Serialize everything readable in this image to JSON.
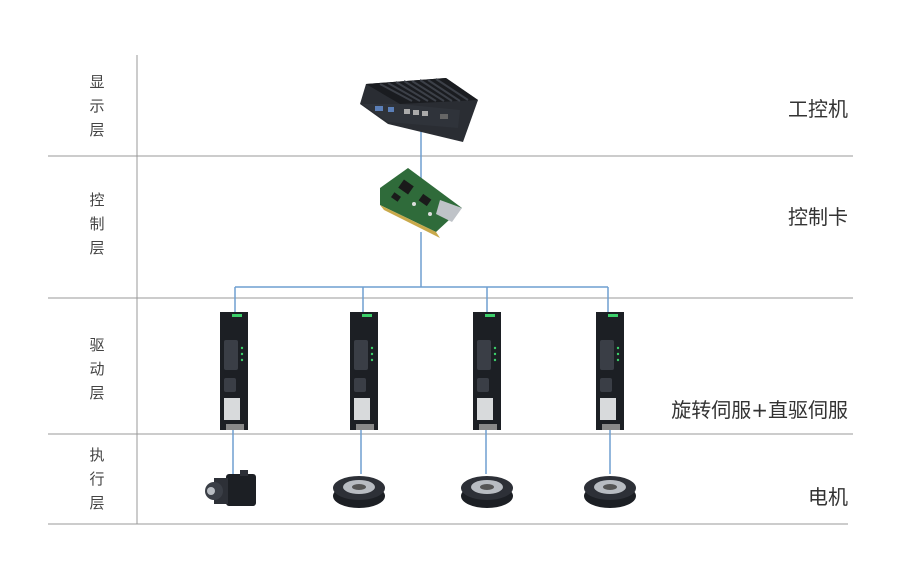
{
  "layers": [
    {
      "id": "display",
      "label": "显示层",
      "device": "工控机"
    },
    {
      "id": "control",
      "label": "控制层",
      "device": "控制卡"
    },
    {
      "id": "drive",
      "label": "驱动层",
      "device": "旋转伺服+直驱伺服"
    },
    {
      "id": "execute",
      "label": "执行层",
      "device": "电机"
    }
  ],
  "components": {
    "ipc": "industrial-pc",
    "card": "motion-control-card",
    "drives": [
      "servo-drive",
      "servo-drive",
      "servo-drive",
      "servo-drive"
    ],
    "motors": [
      "rotary-servo-motor",
      "direct-drive-motor",
      "direct-drive-motor",
      "direct-drive-motor"
    ]
  },
  "colors": {
    "divider": "#999999",
    "connector": "#6f9fd0",
    "device_dark": "#1c1f24",
    "pcb_green": "#2f6b3a",
    "accent_green": "#3ccf6a"
  }
}
